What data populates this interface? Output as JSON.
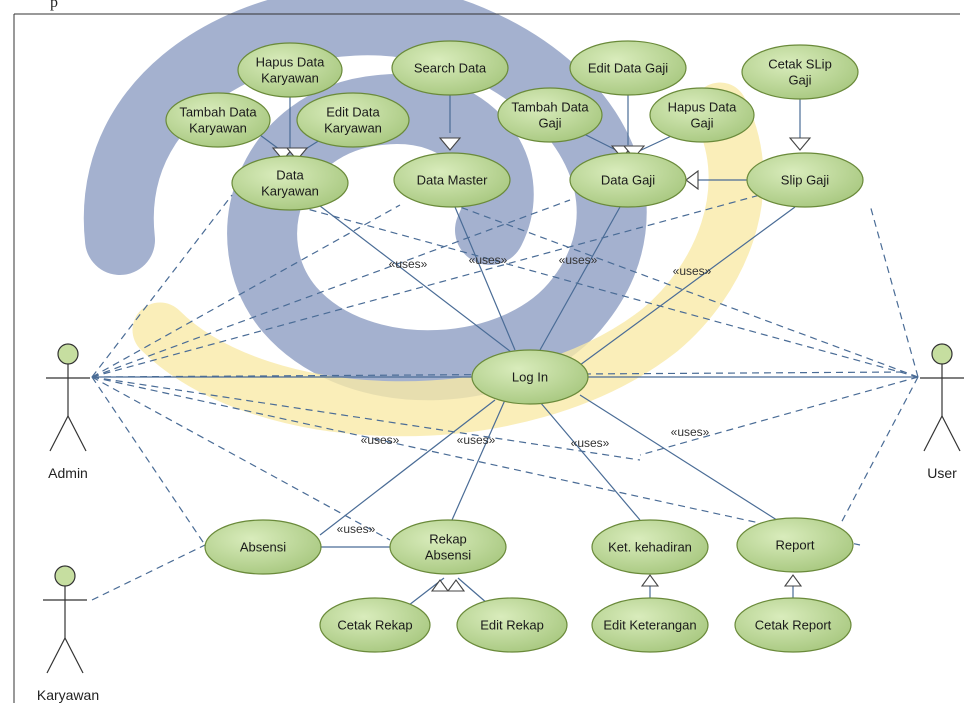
{
  "top_fragment": "p",
  "actors": {
    "admin": "Admin",
    "user": "User",
    "karyawan": "Karyawan"
  },
  "use_cases": {
    "hapus_data_karyawan": [
      "Hapus Data",
      "Karyawan"
    ],
    "tambah_data_karyawan": [
      "Tambah Data",
      "Karyawan"
    ],
    "edit_data_karyawan": [
      "Edit Data",
      "Karyawan"
    ],
    "data_karyawan": [
      "Data",
      "Karyawan"
    ],
    "search_data": [
      "Search Data"
    ],
    "data_master": [
      "Data Master"
    ],
    "edit_data_gaji": [
      "Edit Data Gaji"
    ],
    "tambah_data_gaji": [
      "Tambah Data",
      "Gaji"
    ],
    "hapus_data_gaji": [
      "Hapus Data",
      "Gaji"
    ],
    "data_gaji": [
      "Data Gaji"
    ],
    "cetak_slip_gaji": [
      "Cetak SLip",
      "Gaji"
    ],
    "slip_gaji": [
      "Slip Gaji"
    ],
    "log_in": [
      "Log In"
    ],
    "absensi": [
      "Absensi"
    ],
    "rekap_absensi": [
      "Rekap",
      "Absensi"
    ],
    "ket_kehadiran": [
      "Ket. kehadiran"
    ],
    "report": [
      "Report"
    ],
    "cetak_rekap": [
      "Cetak Rekap"
    ],
    "edit_rekap": [
      "Edit Rekap"
    ],
    "edit_keterangan": [
      "Edit Keterangan"
    ],
    "cetak_report": [
      "Cetak Report"
    ]
  },
  "relation_label": "«uses»",
  "colors": {
    "usecase_fill": "#c6dea0",
    "usecase_stroke": "#6a8a3a",
    "line": "#4a6c96",
    "actor_stroke": "#333333",
    "actor_head": "#c6dea0"
  }
}
